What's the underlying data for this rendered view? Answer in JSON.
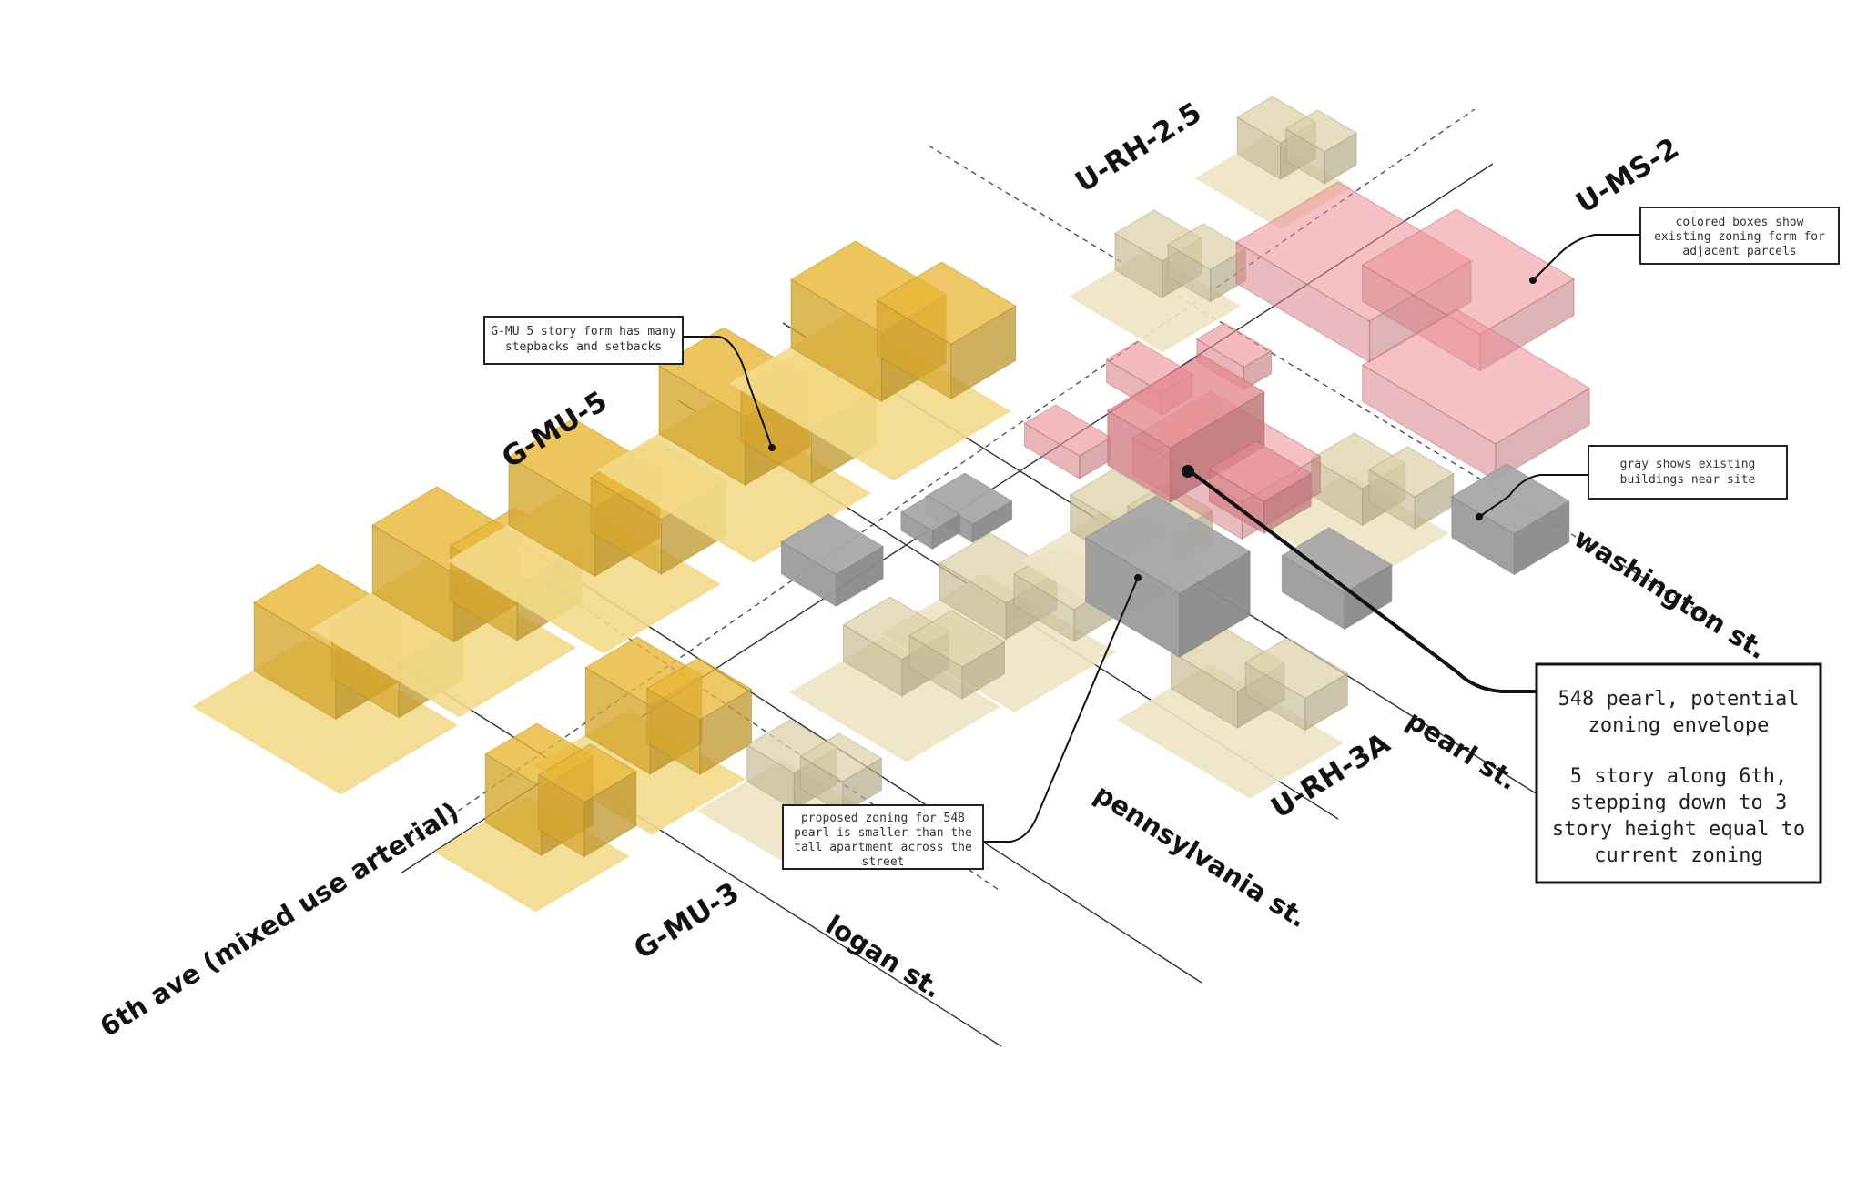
{
  "colors": {
    "gmu_zoning": "#e8b634",
    "gmu_base": "#f3da8a",
    "urh_zoning": "#ddd0a8",
    "urh_base": "#eee3c4",
    "ums_zoning": "#ec8e94",
    "existing_buildings": "#a8a8a8",
    "site_envelope": "#e58a90"
  },
  "zones": {
    "gmu5": "G-MU-5",
    "gmu3": "G-MU-3",
    "urh25": "U-RH-2.5",
    "ums2": "U-MS-2",
    "urh3a": "U-RH-3A"
  },
  "streets": {
    "sixth_ave": "6th ave (mixed use arterial)",
    "logan": "logan st.",
    "pennsylvania": "pennsylvania st.",
    "pearl": "pearl st.",
    "washington": "washington st."
  },
  "annotations": {
    "gmu_note": [
      "G-MU 5 story form has many",
      "stepbacks and setbacks"
    ],
    "colored_note": [
      "colored boxes show",
      "existing zoning form for",
      "adjacent parcels"
    ],
    "gray_note": [
      "gray shows existing",
      "buildings near site"
    ],
    "proposed_note": [
      "proposed zoning for 548",
      "pearl is smaller than the",
      "tall apartment across the",
      "street"
    ],
    "main_note": [
      "548 pearl, potential",
      "zoning envelope",
      "",
      "5 story along 6th,",
      "stepping down to 3",
      "story height equal to",
      "current zoning"
    ]
  }
}
